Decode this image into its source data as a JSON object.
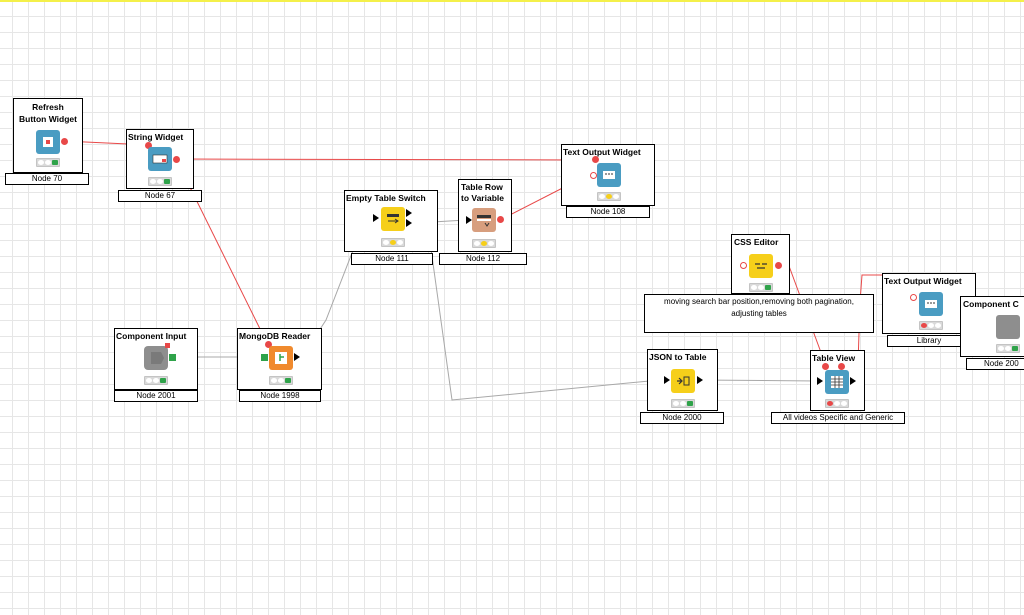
{
  "colors": {
    "flow_variable_wire": "#e84848",
    "data_wire": "#a8a8a8",
    "top_highlight": "#f4f04a"
  },
  "annotation": {
    "line1": "moving search bar position,removing both pagination,",
    "line2": "adjusting tables"
  },
  "nodes": {
    "n70": {
      "title_line1": "Refresh",
      "title_line2": "Button Widget",
      "label": "Node 70",
      "icon": "refresh-button-icon",
      "status": "idle"
    },
    "n67": {
      "title": "String Widget",
      "label": "Node 67",
      "icon": "string-widget-icon",
      "status": "idle"
    },
    "n111": {
      "title": "Empty Table Switch",
      "label": "Node 111",
      "icon": "table-switch-icon",
      "status": "configured"
    },
    "n112": {
      "title_line1": "Table Row",
      "title_line2": "to Variable",
      "label": "Node 112",
      "icon": "row-to-variable-icon",
      "status": "configured"
    },
    "n108": {
      "title": "Text Output Widget",
      "label": "Node 108",
      "icon": "text-output-icon",
      "status": "configured"
    },
    "n2001": {
      "title": "Component Input",
      "label": "Node 2001",
      "icon": "component-input-icon",
      "status": "idle"
    },
    "n1998": {
      "title": "MongoDB Reader",
      "label": "Node 1998",
      "icon": "mongodb-reader-icon",
      "status": "idle"
    },
    "css": {
      "title": "CSS Editor",
      "icon": "css-editor-icon",
      "status": "idle"
    },
    "n2000": {
      "title": "JSON to Table",
      "label": "Node 2000",
      "icon": "json-to-table-icon",
      "status": "idle"
    },
    "tview": {
      "title": "Table View",
      "label": "All videos Specific and Generic",
      "icon": "table-view-icon",
      "status": "error"
    },
    "lib": {
      "title": "Text Output Widget",
      "label": "Library",
      "icon": "text-output-icon",
      "status": "error"
    },
    "comp": {
      "title": "Component C",
      "label": "Node 200",
      "icon": "component-icon",
      "status": "idle"
    }
  }
}
